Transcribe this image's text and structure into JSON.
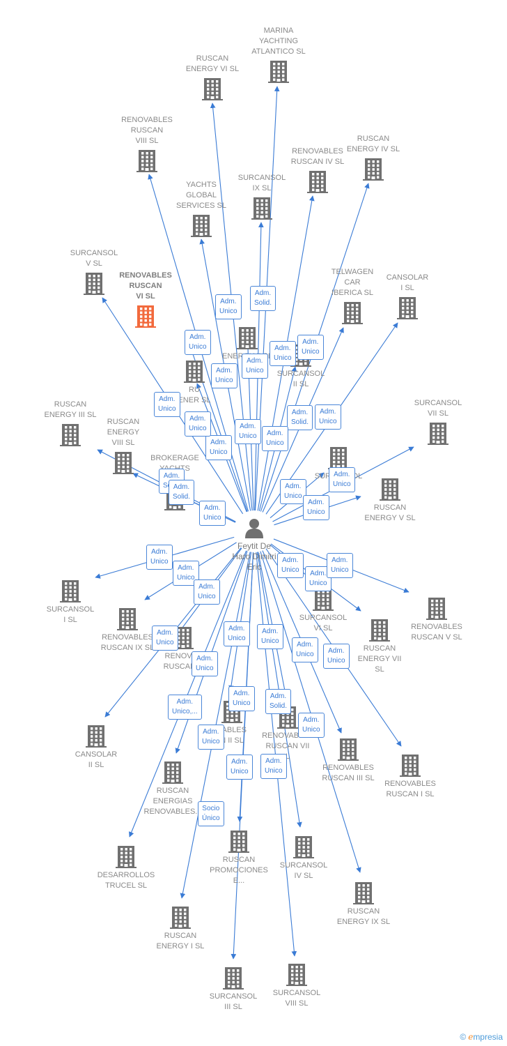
{
  "center": {
    "label": "Feytit De\nHaro Dimitri\nEric"
  },
  "colors": {
    "edge": "#3a7bd5",
    "building": "#707070",
    "focus": "#f26a3d",
    "badge_text": "#3a7bd5",
    "person": "#707070"
  },
  "companies": [
    {
      "id": "marina",
      "label": "MARINA\nYACHTING\nATLANTICO  SL"
    },
    {
      "id": "re6",
      "label": "RUSCAN\nENERGY VI  SL"
    },
    {
      "id": "rr8",
      "label": "RENOVABLES\nRUSCAN\nVIII  SL"
    },
    {
      "id": "rr4",
      "label": "RENOVABLES\nRUSCAN IV  SL"
    },
    {
      "id": "re4",
      "label": "RUSCAN\nENERGY IV  SL"
    },
    {
      "id": "sur9",
      "label": "SURCANSOL\nIX  SL"
    },
    {
      "id": "ygs",
      "label": "YACHTS\nGLOBAL\nSERVICES  SL"
    },
    {
      "id": "sur5",
      "label": "SURCANSOL\nV  SL"
    },
    {
      "id": "rr6",
      "label": "RENOVABLES\nRUSCAN\nVI  SL",
      "focus": true
    },
    {
      "id": "telw",
      "label": "TELWAGEN\nCAR\nIBERICA  SL"
    },
    {
      "id": "can1",
      "label": "CANSOLAR\nI  SL"
    },
    {
      "id": "re2",
      "label": "ENERGY II  SL"
    },
    {
      "id": "sur2",
      "label": "SURCANSOL\nII  SL"
    },
    {
      "id": "ruen",
      "label": "RU\nENER      SL"
    },
    {
      "id": "re3",
      "label": "RUSCAN\nENERGY III  SL"
    },
    {
      "id": "re8",
      "label": "RUSCAN\nENERGY\nVIII  SL"
    },
    {
      "id": "sur10",
      "label": "SURCANSOL\nX  SL"
    },
    {
      "id": "sur7",
      "label": "SURCANSOL\nVII  SL"
    },
    {
      "id": "re5",
      "label": "RUSCAN\nENERGY V  SL"
    },
    {
      "id": "brok",
      "label": "BROKERAGE\nYACHTS\n      I  SL"
    },
    {
      "id": "sur1",
      "label": "SURCANSOL\nI  SL"
    },
    {
      "id": "rr9",
      "label": "RENOVABLES\nRUSCAN IX  SL"
    },
    {
      "id": "rrx",
      "label": "RENOVAB\nRUSCAN X"
    },
    {
      "id": "sur6",
      "label": "SURCANSOL\nVI  SL"
    },
    {
      "id": "re7",
      "label": "RUSCAN\nENERGY VII\nSL"
    },
    {
      "id": "rr5",
      "label": "RENOVABLES\nRUSCAN V  SL"
    },
    {
      "id": "can2",
      "label": "CANSOLAR\nII  SL"
    },
    {
      "id": "rr2",
      "label": "VABLES\nN II  SL"
    },
    {
      "id": "rr7",
      "label": "RENOVABLES\nRUSCAN VII\nL"
    },
    {
      "id": "rr3",
      "label": "RENOVABLES\nRUSCAN III  SL"
    },
    {
      "id": "rr1",
      "label": "RENOVABLES\nRUSCAN I  SL"
    },
    {
      "id": "rer",
      "label": "RUSCAN\nENERGIAS\nRENOVABLES..."
    },
    {
      "id": "dtru",
      "label": "DESARROLLOS\nTRUCEL  SL"
    },
    {
      "id": "rprom",
      "label": "RUSCAN\nPROMOCIONES\nE..."
    },
    {
      "id": "sur4",
      "label": "SURCANSOL\nIV  SL"
    },
    {
      "id": "re9",
      "label": "RUSCAN\nENERGY IX  SL"
    },
    {
      "id": "re1",
      "label": "RUSCAN\nENERGY I  SL"
    },
    {
      "id": "sur3",
      "label": "SURCANSOL\nIII  SL"
    },
    {
      "id": "sur8",
      "label": "SURCANSOL\nVIII  SL"
    }
  ],
  "roles": [
    {
      "id": "b1",
      "text": "Adm.\nUnico"
    },
    {
      "id": "b2",
      "text": "Adm.\nSolid."
    },
    {
      "id": "b3",
      "text": "Adm.\nUnico"
    },
    {
      "id": "b4",
      "text": "Adm.\nUnico"
    },
    {
      "id": "b5",
      "text": "Adm.\nUnico"
    },
    {
      "id": "b6",
      "text": "Adm.\nSolid."
    },
    {
      "id": "b7",
      "text": "Adm.\nUnico"
    },
    {
      "id": "b8",
      "text": "Adm.\nUnico"
    },
    {
      "id": "b9",
      "text": "Adm.\nUnico"
    },
    {
      "id": "b10",
      "text": "Adm.\nUnico"
    },
    {
      "id": "b11",
      "text": "Adm.\nUnico"
    },
    {
      "id": "b12",
      "text": "Adm.\nSolid."
    },
    {
      "id": "b13",
      "text": "Adm.\nUnico"
    },
    {
      "id": "b14",
      "text": "Adm.\nUnico"
    },
    {
      "id": "b15",
      "text": "Adm.\nUnico"
    },
    {
      "id": "b16",
      "text": "Adm.\nUnico"
    },
    {
      "id": "b17",
      "text": "Adm.\nUnico"
    },
    {
      "id": "b18",
      "text": "Adm.\nUnico"
    },
    {
      "id": "b19",
      "text": "Adm.\nSolid."
    },
    {
      "id": "b20",
      "text": "Adm.\nUnico"
    },
    {
      "id": "b21",
      "text": "Adm.\nUnico"
    },
    {
      "id": "b22",
      "text": "Adm.\nUnico"
    },
    {
      "id": "b23",
      "text": "Adm.\nUnico"
    },
    {
      "id": "b24",
      "text": "Adm.\nUnico"
    },
    {
      "id": "b25",
      "text": "Adm.\nUnico"
    },
    {
      "id": "b26",
      "text": "Adm.\nUnico"
    },
    {
      "id": "b27",
      "text": "Adm.\nUnico"
    },
    {
      "id": "b28",
      "text": "Adm.\nUnico"
    },
    {
      "id": "b29",
      "text": "Adm.\nUnico"
    },
    {
      "id": "b30",
      "text": "Adm.\nUnico"
    },
    {
      "id": "b31",
      "text": "Adm.\nUnico"
    },
    {
      "id": "b32",
      "text": "Adm.\nUnico"
    },
    {
      "id": "b33",
      "text": "Adm.\nUnico,..."
    },
    {
      "id": "b34",
      "text": "Adm.\nUnico"
    },
    {
      "id": "b35",
      "text": "Adm.\nSolid."
    },
    {
      "id": "b36",
      "text": "Adm.\nUnico"
    },
    {
      "id": "b37",
      "text": "Adm.\nUnico"
    },
    {
      "id": "b38",
      "text": "Adm.\nUnico"
    },
    {
      "id": "b39",
      "text": "Adm.\nUnico"
    },
    {
      "id": "b40",
      "text": "Socio\nÚnico"
    }
  ],
  "brand": {
    "copyright": "©",
    "name": "mpresia",
    "initial": "e"
  }
}
